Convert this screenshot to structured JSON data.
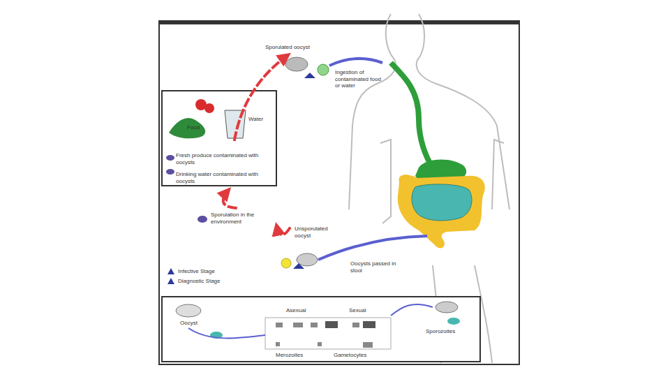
{
  "diagram": {
    "nodes": [
      {
        "text": [
          "Sporulated oocyst"
        ]
      },
      {
        "text": [
          "Ingestion of contaminated food or water"
        ]
      },
      {
        "text": [
          "Fresh produce contaminated with oocysts",
          "Drinking water contaminated with oocysts"
        ]
      },
      {
        "text": [
          "Sporulation in the environment"
        ]
      },
      {
        "text": [
          "Unsporulated oocyst"
        ]
      },
      {
        "text": [
          "Oocysts passed in stool"
        ]
      }
    ],
    "edges": [
      {
        "from": 4,
        "to": 3,
        "arrow": "to"
      },
      {
        "from": 3,
        "to": 2,
        "arrow": "to"
      },
      {
        "from": 2,
        "to": 0,
        "arrow": "to"
      }
    ],
    "labels": [
      "Food",
      "Water",
      "Oocyst",
      "Asexual",
      "Sexual",
      "Merozoites",
      "Gametocytes",
      "Sporozoites"
    ],
    "legend": [
      {
        "text": "Infective Stage"
      },
      {
        "text": "Diagnostic Stage"
      }
    ]
  }
}
